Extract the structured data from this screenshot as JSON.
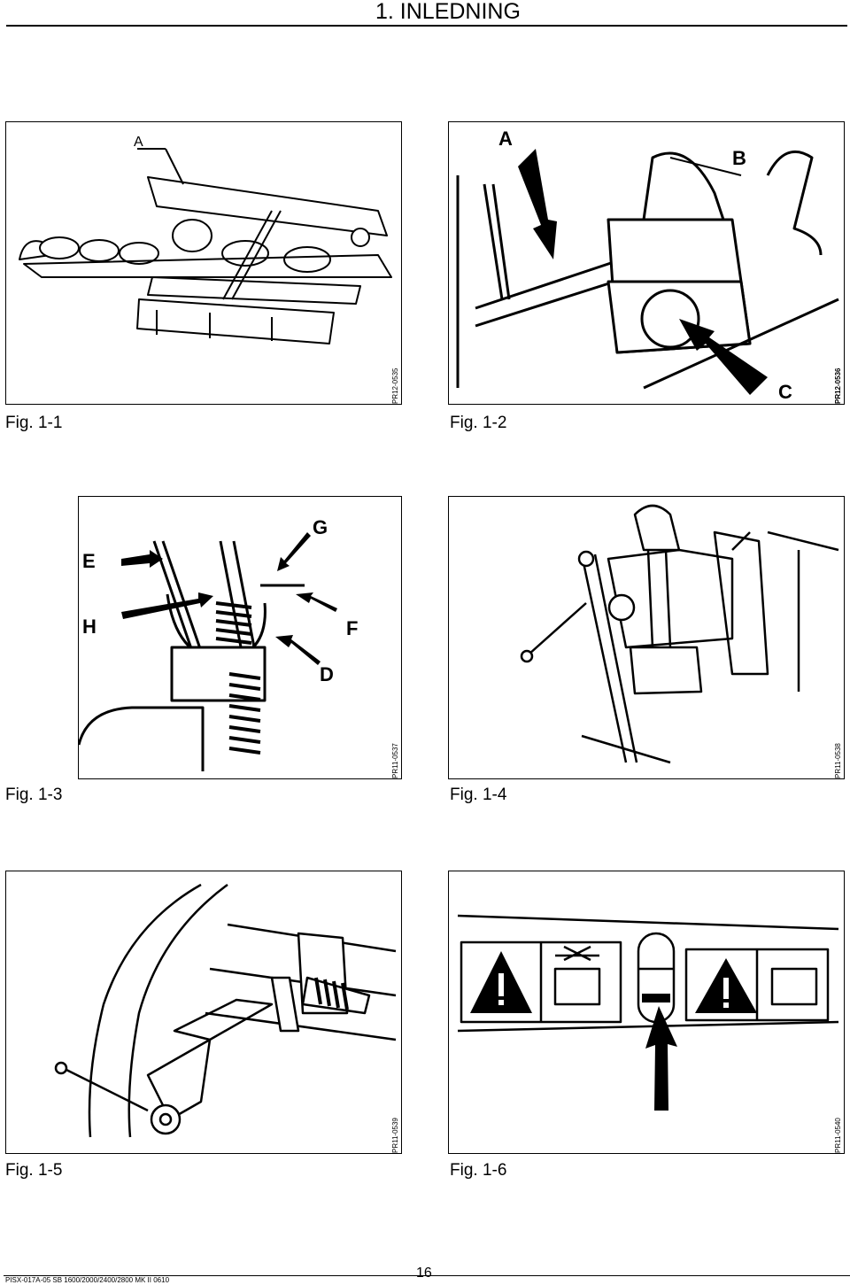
{
  "header": {
    "title": "1. INLEDNING"
  },
  "figures": [
    {
      "caption": "Fig. 1-1",
      "code": "PR12-0535",
      "labels": [
        "A"
      ]
    },
    {
      "caption": "Fig. 1-2",
      "code": "PR12-0536",
      "labels": [
        "A",
        "B",
        "C"
      ]
    },
    {
      "caption": "Fig. 1-3",
      "code": "PR11-0537",
      "labels": [
        "E",
        "G",
        "H",
        "F",
        "D"
      ]
    },
    {
      "caption": "Fig. 1-4",
      "code": "PR11-0538",
      "labels": []
    },
    {
      "caption": "Fig. 1-5",
      "code": "PR11-0539",
      "labels": []
    },
    {
      "caption": "Fig. 1-6",
      "code": "PR11-0540",
      "labels": []
    }
  ],
  "footer": {
    "doc_id": "PISX-017A-05  SB 1600/2000/2400/2800 MK II  0610",
    "page_number": "16"
  }
}
